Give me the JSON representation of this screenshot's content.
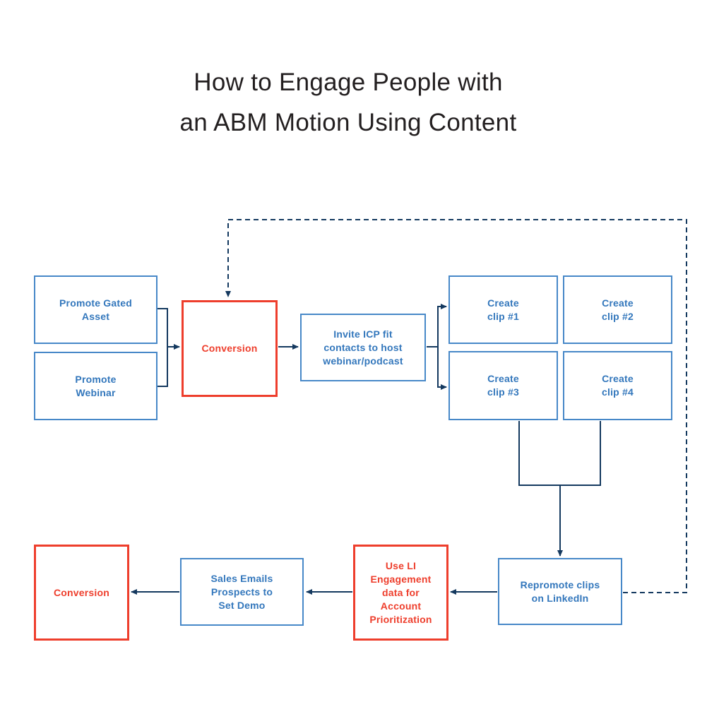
{
  "title": "How to Engage People with\nan ABM Motion Using Content",
  "colors": {
    "blue_box_border": "#4788c8",
    "blue_box_text": "#3377bc",
    "red_box": "#ee3e2c",
    "connector_navy": "#14395f",
    "title_text": "#231f20",
    "background": "#ffffff"
  },
  "nodes": [
    {
      "id": "promote-gated-asset",
      "label": "Promote Gated\nAsset",
      "type": "blue"
    },
    {
      "id": "promote-webinar",
      "label": "Promote\nWebinar",
      "type": "blue"
    },
    {
      "id": "conversion-top",
      "label": "Conversion",
      "type": "red"
    },
    {
      "id": "invite-icp",
      "label": "Invite ICP fit\ncontacts to host\nwebinar/podcast",
      "type": "blue"
    },
    {
      "id": "create-clip-1",
      "label": "Create\nclip #1",
      "type": "blue"
    },
    {
      "id": "create-clip-2",
      "label": "Create\nclip #2",
      "type": "blue"
    },
    {
      "id": "create-clip-3",
      "label": "Create\nclip #3",
      "type": "blue"
    },
    {
      "id": "create-clip-4",
      "label": "Create\nclip #4",
      "type": "blue"
    },
    {
      "id": "repromote-clips",
      "label": "Repromote clips\non LinkedIn",
      "type": "blue"
    },
    {
      "id": "use-li-engagement",
      "label": "Use LI\nEngagement\ndata for\nAccount\nPrioritization",
      "type": "red"
    },
    {
      "id": "sales-emails",
      "label": "Sales Emails\nProspects to\nSet Demo",
      "type": "blue"
    },
    {
      "id": "conversion-bottom",
      "label": "Conversion",
      "type": "red"
    }
  ],
  "edges": [
    {
      "from": "promote-gated-asset",
      "to": "conversion-top",
      "style": "solid"
    },
    {
      "from": "promote-webinar",
      "to": "conversion-top",
      "style": "solid"
    },
    {
      "from": "conversion-top",
      "to": "invite-icp",
      "style": "solid"
    },
    {
      "from": "invite-icp",
      "to": "create-clip-1",
      "style": "solid"
    },
    {
      "from": "invite-icp",
      "to": "create-clip-3",
      "style": "solid"
    },
    {
      "from": "create-clip-3",
      "to": "repromote-clips",
      "style": "solid"
    },
    {
      "from": "create-clip-4",
      "to": "repromote-clips",
      "style": "solid"
    },
    {
      "from": "repromote-clips",
      "to": "use-li-engagement",
      "style": "solid"
    },
    {
      "from": "use-li-engagement",
      "to": "sales-emails",
      "style": "solid"
    },
    {
      "from": "sales-emails",
      "to": "conversion-bottom",
      "style": "solid"
    },
    {
      "from": "repromote-clips",
      "to": "conversion-top",
      "style": "dashed"
    }
  ]
}
